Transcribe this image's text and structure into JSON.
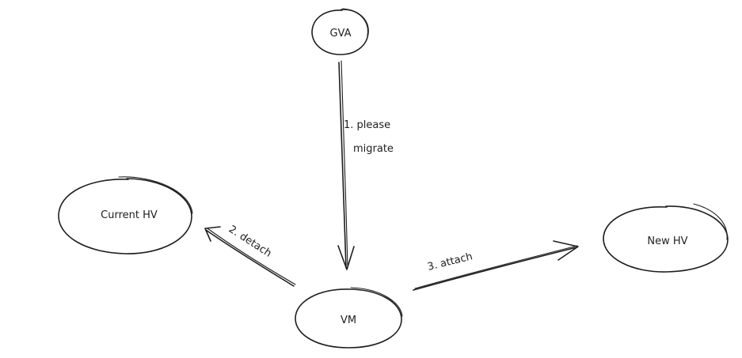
{
  "nodes": {
    "gva": {
      "label": "GVA"
    },
    "current_hv": {
      "label": "Current HV"
    },
    "vm": {
      "label": "VM"
    },
    "new_hv": {
      "label": "New HV"
    }
  },
  "edges": {
    "please_migrate": {
      "line1": "1. please",
      "line2": "migrate"
    },
    "detach": {
      "label": "2. detach"
    },
    "attach": {
      "label": "3. attach"
    }
  }
}
